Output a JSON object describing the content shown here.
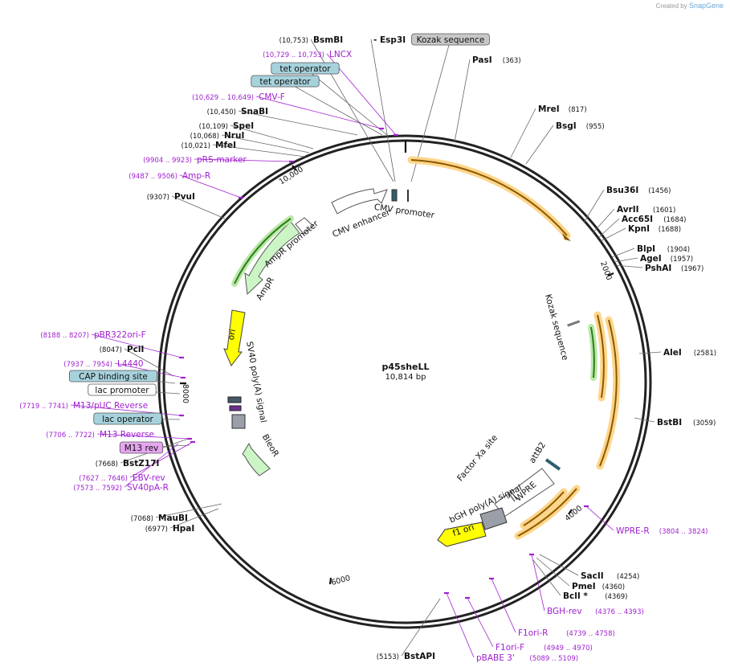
{
  "credit": {
    "prefix": "Created by",
    "brand": "SnapGene"
  },
  "colors": {
    "primer": "#a020d0",
    "enzyme": "#111111",
    "backbone": "#222222",
    "orange": "#ff9c1a",
    "green": "#3a9a2a",
    "cyan_box": "#a6d2dc",
    "yellow": "#ffff00",
    "magenta_box": "#e6a6f0"
  },
  "plasmid": {
    "name": "p45sheLL",
    "length_bp": 10814,
    "size_label": "10,814 bp"
  },
  "tick_labels": [
    "2000",
    "4000",
    "6000",
    "8000",
    "10,000"
  ],
  "labels": [
    {
      "text": "BsmBI",
      "pos": "(10,753)",
      "kind": "enzyme"
    },
    {
      "text": "- Esp3I",
      "pos": "",
      "kind": "enzyme"
    },
    {
      "text": "Kozak sequence",
      "pos": "",
      "kind": "grey-box"
    },
    {
      "text": "LNCX",
      "pos": "(10,729 .. 10,753)",
      "kind": "primer"
    },
    {
      "text": "PasI",
      "pos": "(363)",
      "kind": "enzyme"
    },
    {
      "text": "tet operator",
      "pos": "",
      "kind": "cyan-box"
    },
    {
      "text": "tet operator",
      "pos": "",
      "kind": "cyan-box"
    },
    {
      "text": "CMV-F",
      "pos": "(10,629 .. 10,649)",
      "kind": "primer"
    },
    {
      "text": "MreI",
      "pos": "(817)",
      "kind": "enzyme"
    },
    {
      "text": "SnaBI",
      "pos": "(10,450)",
      "kind": "enzyme"
    },
    {
      "text": "BsgI",
      "pos": "(955)",
      "kind": "enzyme"
    },
    {
      "text": "SpeI",
      "pos": "(10,109)",
      "kind": "enzyme"
    },
    {
      "text": "NruI",
      "pos": "(10,068)",
      "kind": "enzyme"
    },
    {
      "text": "MfeI",
      "pos": "(10,021)",
      "kind": "enzyme"
    },
    {
      "text": "pRS-marker",
      "pos": "(9904 .. 9923)",
      "kind": "primer"
    },
    {
      "text": "Amp-R",
      "pos": "(9487 .. 9506)",
      "kind": "primer"
    },
    {
      "text": "Bsu36I",
      "pos": "(1456)",
      "kind": "enzyme"
    },
    {
      "text": "PvuI",
      "pos": "(9307)",
      "kind": "enzyme"
    },
    {
      "text": "AvrII",
      "pos": "(1601)",
      "kind": "enzyme"
    },
    {
      "text": "Acc65I",
      "pos": "(1684)",
      "kind": "enzyme"
    },
    {
      "text": "KpnI",
      "pos": "(1688)",
      "kind": "enzyme"
    },
    {
      "text": "BlpI",
      "pos": "(1904)",
      "kind": "enzyme"
    },
    {
      "text": "AgeI",
      "pos": "(1957)",
      "kind": "enzyme"
    },
    {
      "text": "PshAI",
      "pos": "(1967)",
      "kind": "enzyme"
    },
    {
      "text": "pBR322ori-F",
      "pos": "(8188 .. 8207)",
      "kind": "primer"
    },
    {
      "text": "AleI",
      "pos": "(2581)",
      "kind": "enzyme"
    },
    {
      "text": "PciI",
      "pos": "(8047)",
      "kind": "enzyme"
    },
    {
      "text": "L4440",
      "pos": "(7937 .. 7954)",
      "kind": "primer"
    },
    {
      "text": "CAP binding site",
      "pos": "",
      "kind": "cyan-box"
    },
    {
      "text": "lac promoter",
      "pos": "",
      "kind": "white-box"
    },
    {
      "text": "BstBI",
      "pos": "(3059)",
      "kind": "enzyme"
    },
    {
      "text": "M13/pUC Reverse",
      "pos": "(7719 .. 7741)",
      "kind": "primer"
    },
    {
      "text": "lac operator",
      "pos": "",
      "kind": "cyan-box"
    },
    {
      "text": "M13 Reverse",
      "pos": "(7706 .. 7722)",
      "kind": "primer"
    },
    {
      "text": "M13 rev",
      "pos": "",
      "kind": "magenta-box"
    },
    {
      "text": "BstZ17I",
      "pos": "(7668)",
      "kind": "enzyme"
    },
    {
      "text": "EBV-rev",
      "pos": "(7627 .. 7646)",
      "kind": "primer"
    },
    {
      "text": "SV40pA-R",
      "pos": "(7573 .. 7592)",
      "kind": "primer"
    },
    {
      "text": "WPRE-R",
      "pos": "(3804 .. 3824)",
      "kind": "primer"
    },
    {
      "text": "MauBI",
      "pos": "(7068)",
      "kind": "enzyme"
    },
    {
      "text": "HpaI",
      "pos": "(6977)",
      "kind": "enzyme"
    },
    {
      "text": "SacII",
      "pos": "(4254)",
      "kind": "enzyme"
    },
    {
      "text": "PmeI",
      "pos": "(4360)",
      "kind": "enzyme"
    },
    {
      "text": "BclI *",
      "pos": "(4369)",
      "kind": "enzyme"
    },
    {
      "text": "BGH-rev",
      "pos": "(4376 .. 4393)",
      "kind": "primer"
    },
    {
      "text": "F1ori-R",
      "pos": "(4739 .. 4758)",
      "kind": "primer"
    },
    {
      "text": "F1ori-F",
      "pos": "(4949 .. 4970)",
      "kind": "primer"
    },
    {
      "text": "pBABE 3'",
      "pos": "(5089 .. 5109)",
      "kind": "primer"
    },
    {
      "text": "BstAPI",
      "pos": "(5153)",
      "kind": "enzyme"
    }
  ],
  "features": [
    {
      "text": "CMV promoter"
    },
    {
      "text": "CMV enhancer"
    },
    {
      "text": "AmpR promoter"
    },
    {
      "text": "AmpR"
    },
    {
      "text": "ori"
    },
    {
      "text": "SV40 poly(A) signal"
    },
    {
      "text": "BleoR"
    },
    {
      "text": "Kozak sequence"
    },
    {
      "text": "attB2"
    },
    {
      "text": "Factor Xa site"
    },
    {
      "text": "WPRE"
    },
    {
      "text": "bGH poly(A) signal"
    },
    {
      "text": "f1 ori"
    }
  ]
}
